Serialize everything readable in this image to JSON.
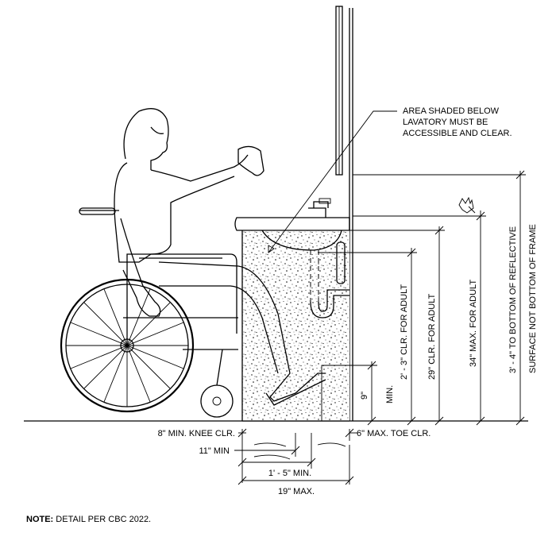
{
  "callout": {
    "line1": "AREA SHADED BELOW",
    "line2": "LAVATORY MUST BE",
    "line3": "ACCESSIBLE AND CLEAR."
  },
  "dimensions": {
    "frame_line1": "3' - 4\" TO BOTTOM OF REFLECTIVE",
    "frame_line2": "SURFACE NOT BOTTOM OF FRAME",
    "max_adult": "34\" MAX. FOR ADULT",
    "clr_29": "29\" CLR. FOR ADULT",
    "clr_27": "2' - 3\" CLR. FOR ADULT",
    "min_label": "MIN.",
    "nine": "9\"",
    "knee": "8\" MIN. KNEE CLR.",
    "toe": "6\" MAX. TOE CLR.",
    "eleven": "11\" MIN",
    "one_five": "1' - 5\" MIN.",
    "nineteen": "19\" MAX."
  },
  "note": {
    "label": "NOTE:",
    "text": " DETAIL PER CBC 2022."
  }
}
